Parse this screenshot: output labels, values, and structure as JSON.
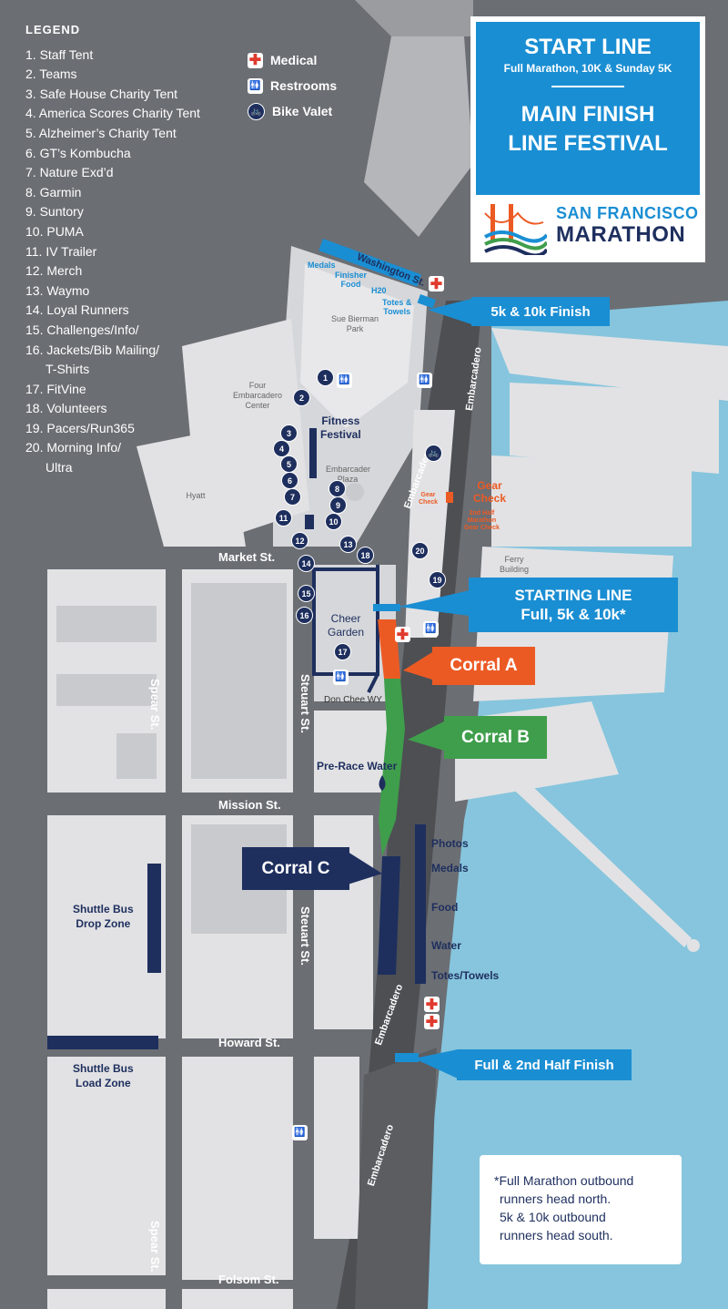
{
  "legend": {
    "title": "LEGEND",
    "items": [
      "1. Staff Tent",
      "2. Teams",
      "3. Safe House Charity Tent",
      "4. America Scores Charity Tent",
      "5. Alzheimer’s Charity Tent",
      "6. GT’s Kombucha",
      "7. Nature Exd’d",
      "8. Garmin",
      "9. Suntory",
      "10. PUMA",
      "11. IV Trailer",
      "12. Merch",
      "13. Waymo",
      "14. Loyal Runners",
      "15. Challenges/Info/",
      "16. Jackets/Bib Mailing/",
      "T-Shirts",
      "17. FitVine",
      "18. Volunteers",
      "19. Pacers/Run365",
      "20. Morning Info/",
      "Ultra"
    ]
  },
  "key": {
    "medical": "Medical",
    "restrooms": "Restrooms",
    "bike_valet": "Bike Valet",
    "icons": [
      "medical-cross-icon",
      "restroom-icon",
      "bike-icon"
    ]
  },
  "title_box": {
    "line1": "START LINE",
    "line2": "Full Marathon, 10K & Sunday 5K",
    "line3": "MAIN FINISH",
    "line4": "LINE FESTIVAL",
    "logo_top": "SAN FRANCISCO",
    "logo_bottom": "MARATHON"
  },
  "callouts": {
    "finish_5k10k": "5k & 10k Finish",
    "starting_line_1": "STARTING LINE",
    "starting_line_2": "Full, 5k & 10k*",
    "corral_a": "Corral A",
    "corral_b": "Corral B",
    "corral_c": "Corral C",
    "full_finish": "Full & 2nd Half Finish"
  },
  "streets": {
    "washington": "Washington St.",
    "market": "Market St.",
    "mission": "Mission St.",
    "howard": "Howard St.",
    "folsom": "Folsom St.",
    "spear_1": "Spear St.",
    "spear_2": "Spear St.",
    "steuart_1": "Steuart St.",
    "steuart_2": "Steuart St.",
    "embarcadero_1": "Embarcadero",
    "embarcadero_2": "Embarcadero",
    "embarcadero_3": "Embarcadero",
    "embarcadero_4": "Embarcadero",
    "don_chee": "Don Chee WY"
  },
  "places": {
    "sue_bierman_1": "Sue Bierman",
    "sue_bierman_2": "Park",
    "four_embarcadero_1": "Four",
    "four_embarcadero_2": "Embarcadero",
    "four_embarcadero_3": "Center",
    "fitness_festival_1": "Fitness",
    "fitness_festival_2": "Festival",
    "embarcadero_plaza_1": "Embarcader",
    "embarcadero_plaza_2": "Plaza",
    "hyatt": "Hyatt",
    "ferry_building_1": "Ferry",
    "ferry_building_2": "Building",
    "cheer_garden_1": "Cheer",
    "cheer_garden_2": "Garden",
    "pre_race_water": "Pre-Race Water",
    "shuttle_drop_1": "Shuttle Bus",
    "shuttle_drop_2": "Drop Zone",
    "shuttle_load_1": "Shuttle Bus",
    "shuttle_load_2": "Load Zone"
  },
  "finish_area": {
    "medals": "Medals",
    "finisher_food_1": "Finisher",
    "finisher_food_2": "Food",
    "h2o": "H20",
    "totes_1": "Totes &",
    "totes_2": "Towels"
  },
  "gear_check": {
    "main_1": "Gear",
    "main_2": "Check",
    "small_1": "Gear",
    "small_2": "Check",
    "half_1": "2nd Half",
    "half_2": "Marathon",
    "half_3": "Gear Check"
  },
  "finish_chute": {
    "photos": "Photos",
    "medals": "Medals",
    "food": "Food",
    "water": "Water",
    "totes": "Totes/Towels"
  },
  "numbers": [
    "1",
    "2",
    "3",
    "4",
    "5",
    "6",
    "7",
    "8",
    "9",
    "10",
    "11",
    "12",
    "13",
    "14",
    "15",
    "16",
    "17",
    "18",
    "19",
    "20"
  ],
  "note": {
    "line1": "*Full Marathon outbound",
    "line2": "runners head north.",
    "line3": "5k & 10k outbound",
    "line4": "runners head south."
  },
  "colors": {
    "background": "#6b6e73",
    "water": "#86c5dd",
    "block": "#e2e2e4",
    "road": "#55575b",
    "blue": "#1a8ed3",
    "navy": "#1e2f5e",
    "corral_a": "#ec5a24",
    "corral_b": "#3f9e4b",
    "corral_c": "#1e2f5e"
  }
}
